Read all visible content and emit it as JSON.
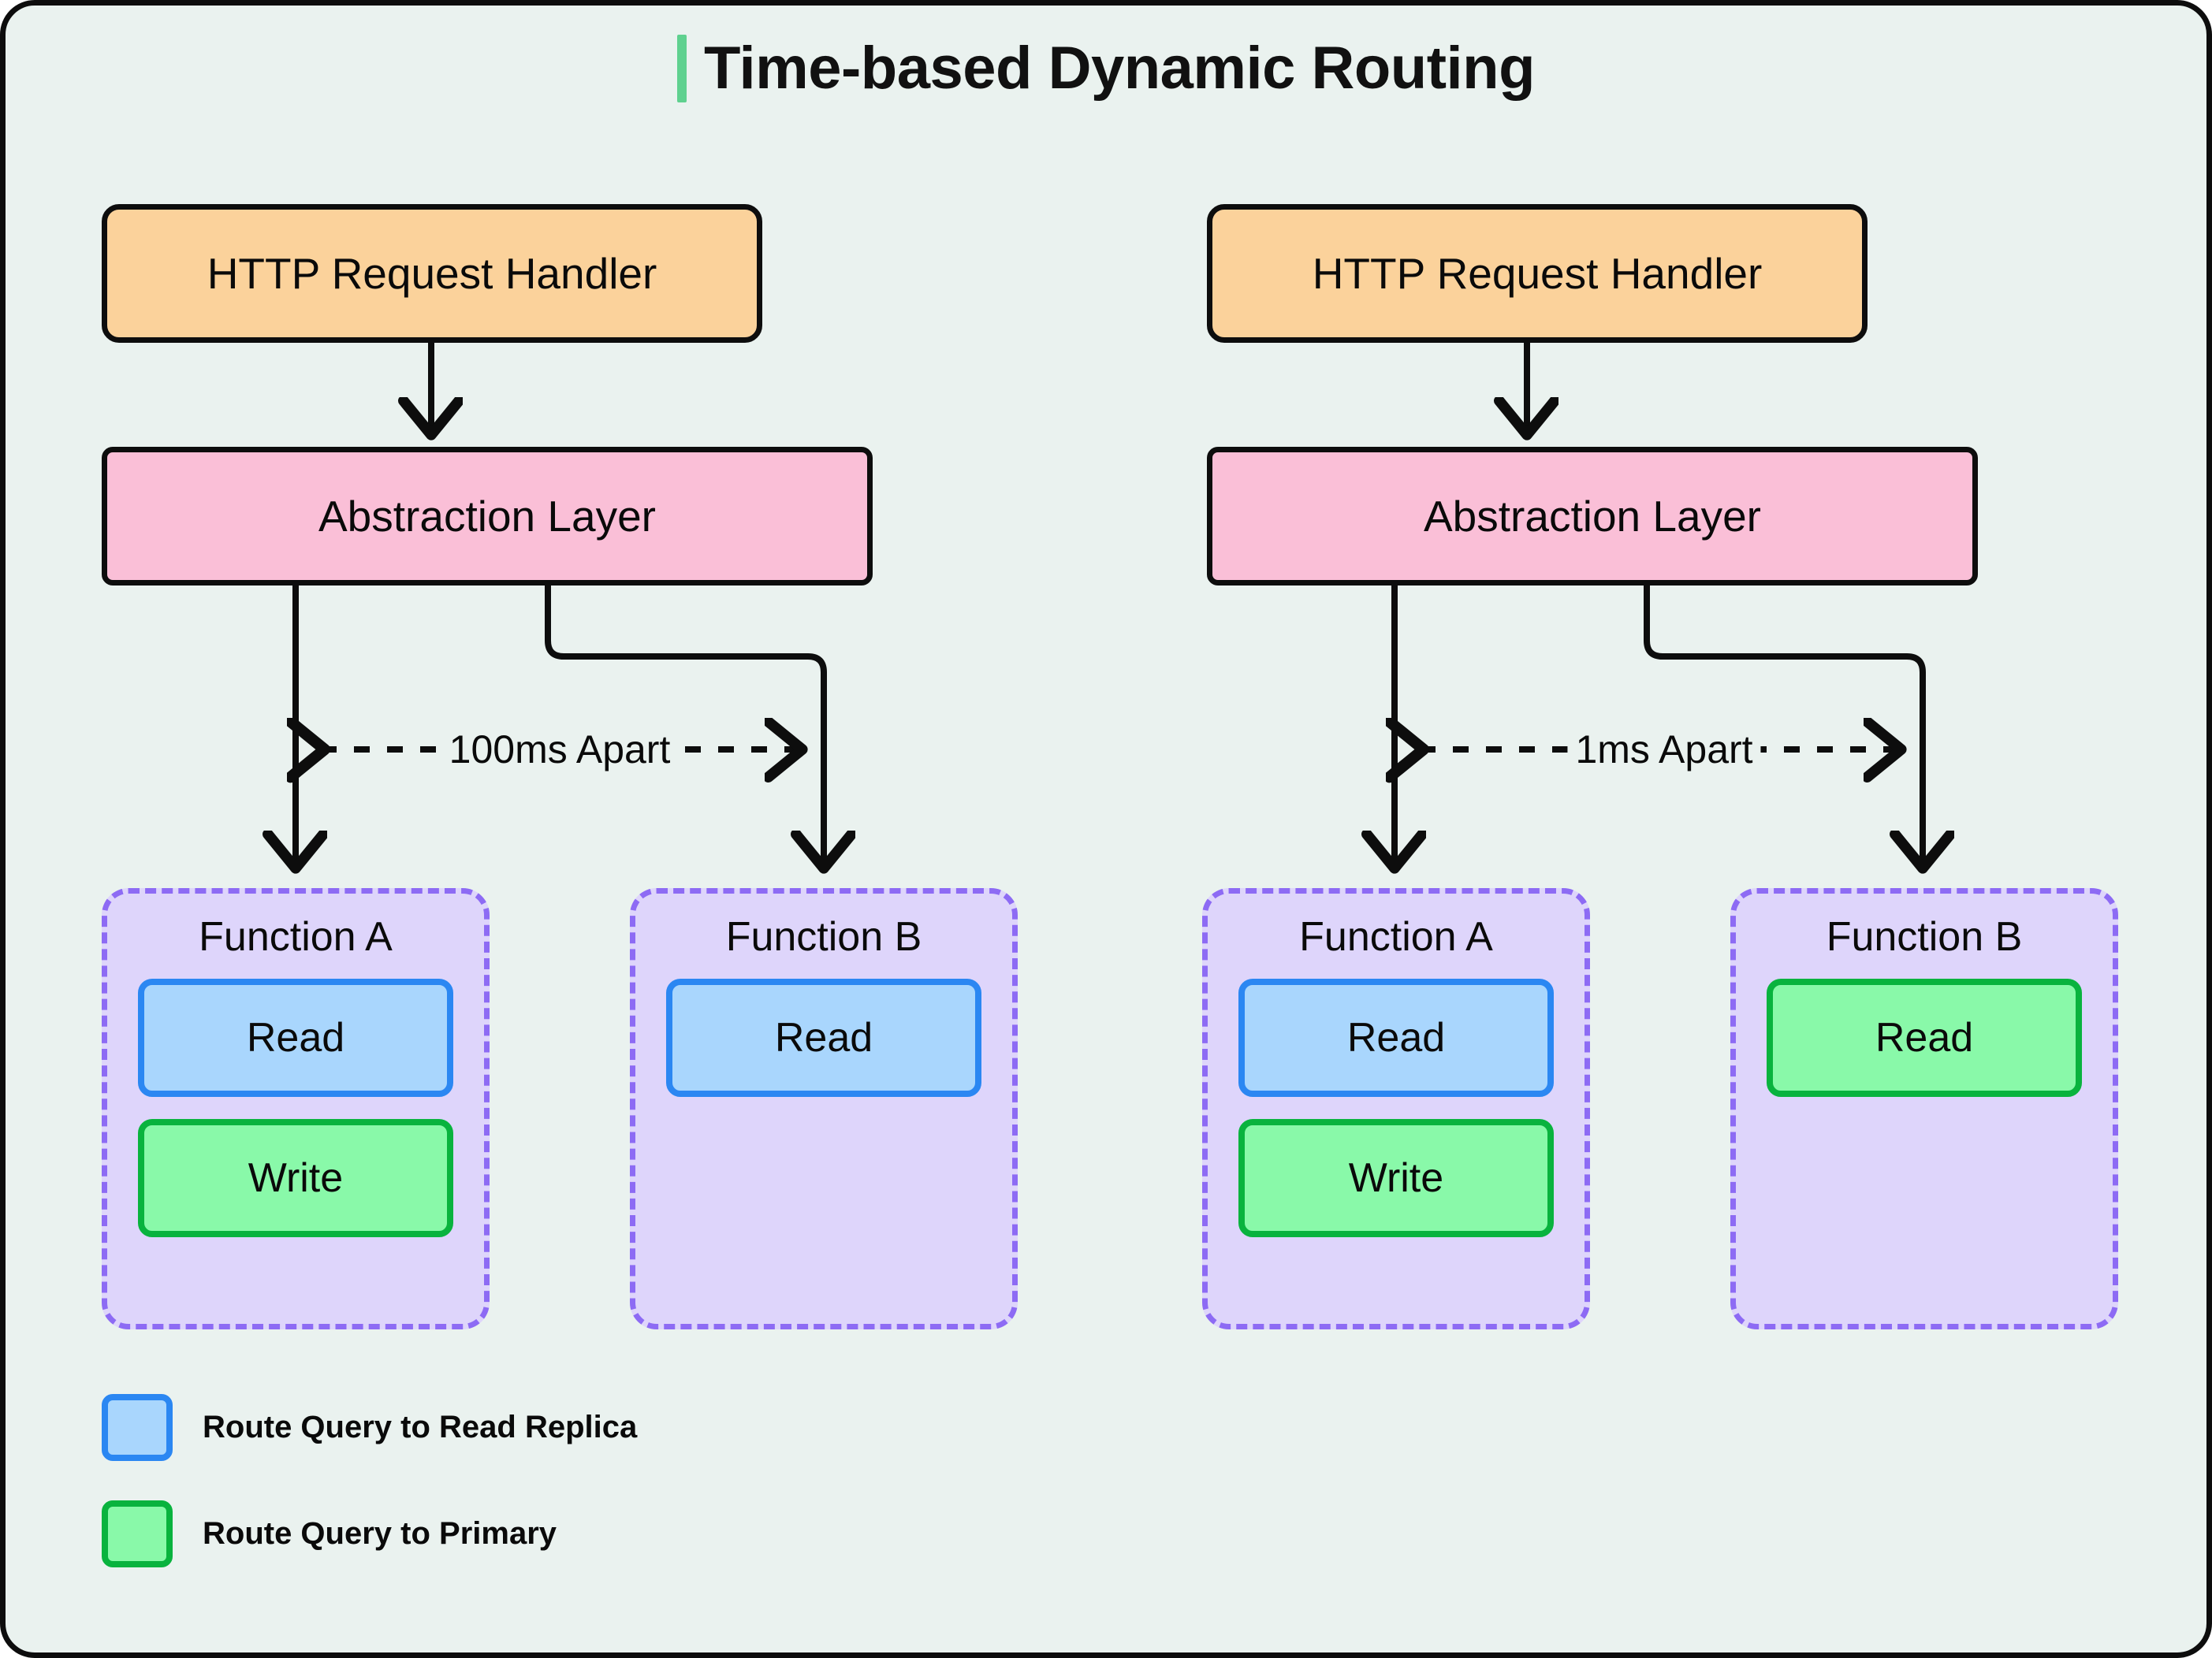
{
  "page": {
    "title": "Time-based Dynamic Routing",
    "background_color": "#EAF2EF",
    "accent_color": "#5FD18F",
    "border_color": "#0d0d0d"
  },
  "colors": {
    "http_fill": "#FBD29B",
    "abstraction_fill": "#FABFD7",
    "function_fill": "#DED5FB",
    "function_border": "#8D6BF4",
    "read_replica_fill": "#A9D6FD",
    "read_replica_border": "#2B87F2",
    "primary_fill": "#89F9A9",
    "primary_border": "#09B33E"
  },
  "scenarios": [
    {
      "id": "scenario-100ms",
      "http_handler": "HTTP Request Handler",
      "abstraction_layer": "Abstraction Layer",
      "timing_label": "100ms Apart",
      "functions": [
        {
          "name": "Function A",
          "operations": [
            {
              "label": "Read",
              "route": "read-replica"
            },
            {
              "label": "Write",
              "route": "primary"
            }
          ]
        },
        {
          "name": "Function B",
          "operations": [
            {
              "label": "Read",
              "route": "read-replica"
            }
          ]
        }
      ]
    },
    {
      "id": "scenario-1ms",
      "http_handler": "HTTP Request Handler",
      "abstraction_layer": "Abstraction Layer",
      "timing_label": "1ms Apart",
      "functions": [
        {
          "name": "Function A",
          "operations": [
            {
              "label": "Read",
              "route": "read-replica"
            },
            {
              "label": "Write",
              "route": "primary"
            }
          ]
        },
        {
          "name": "Function B",
          "operations": [
            {
              "label": "Read",
              "route": "primary"
            }
          ]
        }
      ]
    }
  ],
  "legend": [
    {
      "label": "Route Query to Read Replica",
      "route": "read-replica"
    },
    {
      "label": "Route Query to Primary",
      "route": "primary"
    }
  ]
}
